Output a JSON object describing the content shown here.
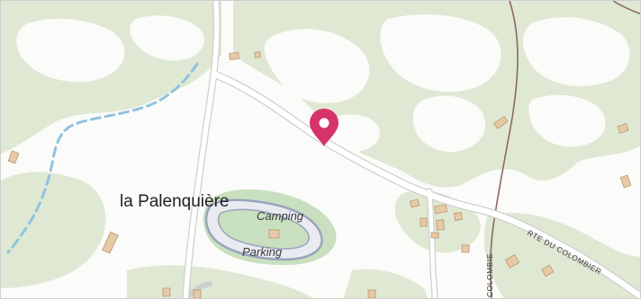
{
  "map": {
    "colors": {
      "background": "#fbfbf9",
      "woodland": "#dfe8d3",
      "clearing": "#fbfbf9",
      "camping_area": "#c8e0bf",
      "parking_fill": "#e9ebf1",
      "parking_outline": "#9aa3bd",
      "road_fill": "#ffffff",
      "road_casing": "#cfcfcf",
      "track": "#8a6a62",
      "stream": "#8fc3e0",
      "building": "#e6c9a6",
      "building_outline": "#b89872",
      "marker": "#d6336c"
    },
    "labels": {
      "place": "la Palenquière",
      "camping": "Camping",
      "parking": "Parking",
      "road_main": "RTE DU COLOMBIER",
      "road_side": "COLOMBIE"
    },
    "marker": {
      "icon": "map-pin-icon"
    }
  }
}
